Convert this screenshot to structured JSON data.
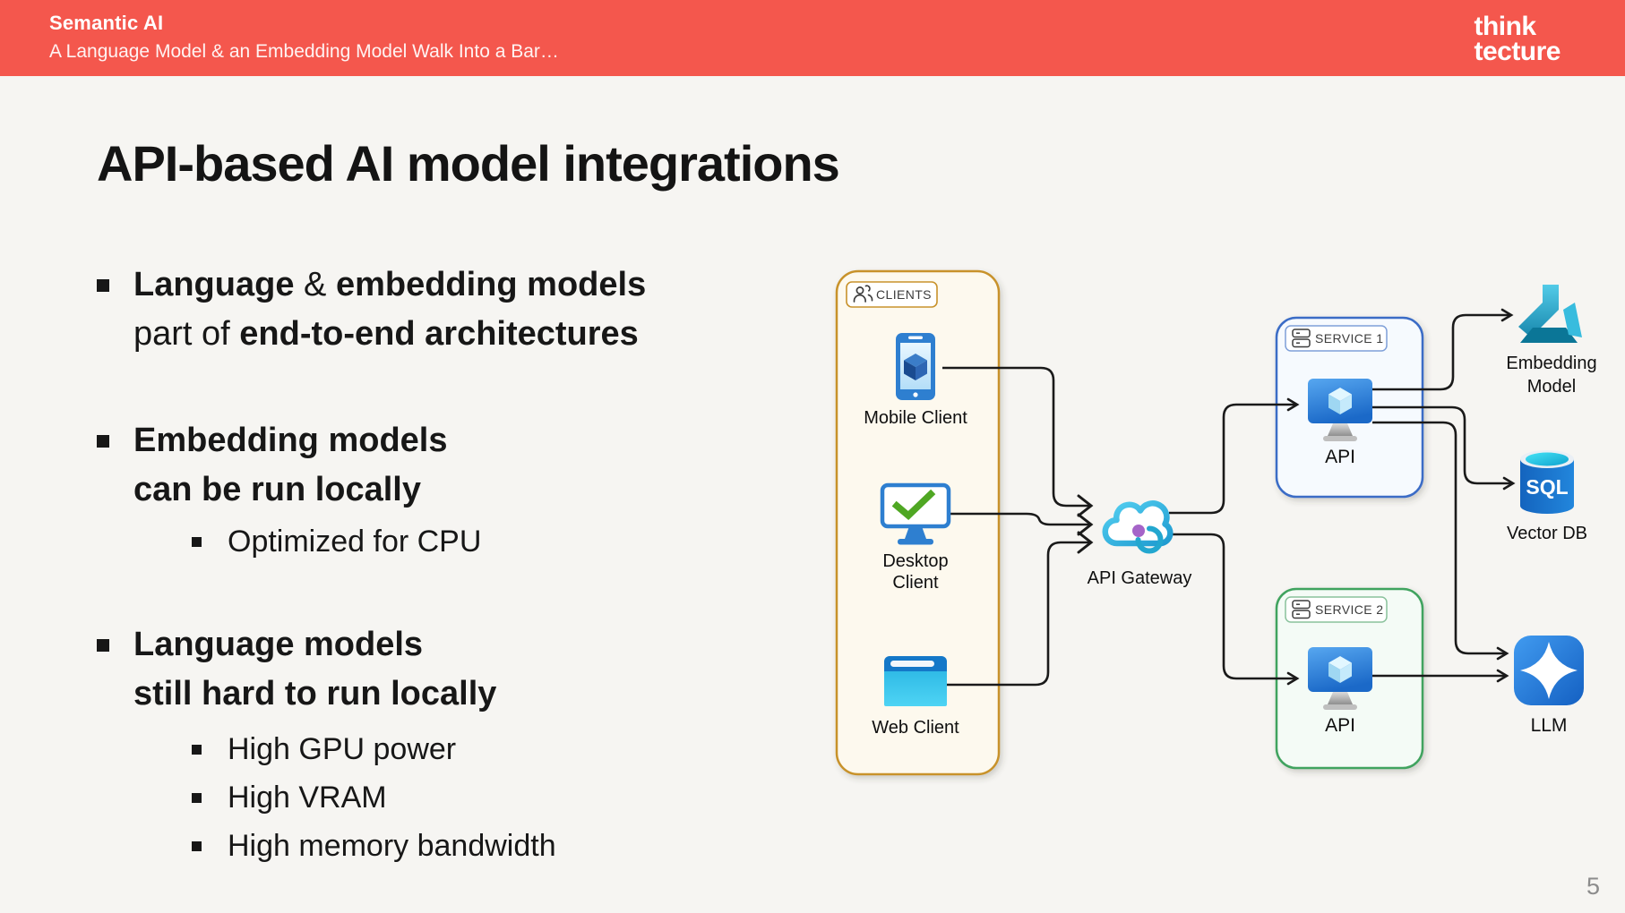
{
  "header": {
    "category": "Semantic AI",
    "subtitle": "A Language Model & an Embedding Model Walk Into a Bar…",
    "logo": {
      "line1": "think",
      "line2": "tecture"
    },
    "bg_color": "#F4574D"
  },
  "title": "API-based AI model integrations",
  "bullets": {
    "b1": {
      "s1": "Language ",
      "s2": "& ",
      "s3": "embedding models",
      "l2a": "part of ",
      "l2b": "end-to-end architectures"
    },
    "b2": {
      "l1": "Embedding models",
      "l2": "can be run locally",
      "sub1": "Optimized for CPU"
    },
    "b3": {
      "l1": "Language models",
      "l2": "still hard to run locally",
      "sub1": "High GPU power",
      "sub2": "High VRAM",
      "sub3": "High memory bandwidth"
    }
  },
  "diagram": {
    "clients_label": "CLIENTS",
    "mobile_label": "Mobile Client",
    "desktop_label_line1": "Desktop",
    "desktop_label_line2": "Client",
    "web_label": "Web Client",
    "gateway_label": "API Gateway",
    "service1_label": "SERVICE 1",
    "service2_label": "SERVICE 2",
    "service1_api_label": "API",
    "service2_api_label": "API",
    "embedding_label_line1": "Embedding",
    "embedding_label_line2": "Model",
    "sql_badge": "SQL",
    "vector_db_label": "Vector DB",
    "llm_label": "LLM",
    "colors": {
      "clients_border": "#C8922B",
      "service1_border": "#3A6CC6",
      "service2_border": "#41A35E",
      "connector": "#1A1A1A"
    }
  },
  "page_number": "5"
}
